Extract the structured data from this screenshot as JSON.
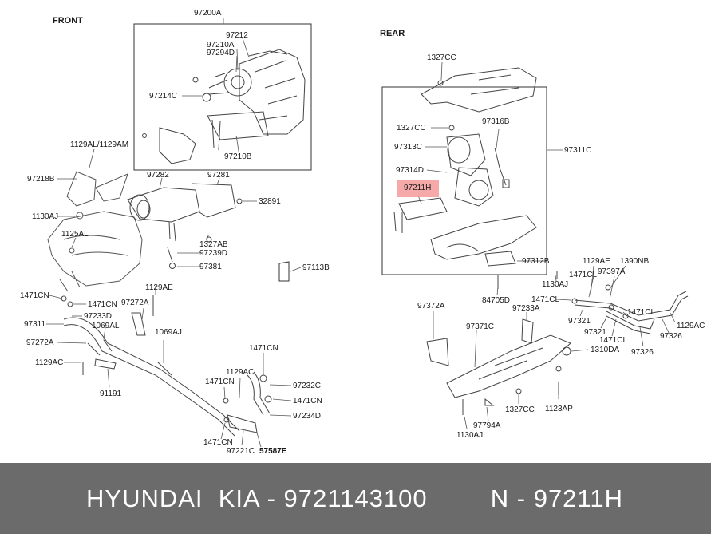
{
  "sections": {
    "front": "FRONT",
    "rear": "REAR"
  },
  "highlight_color": "#f39a9a",
  "labels": {
    "l97200A": "97200A",
    "l97212": "97212",
    "l97210A": "97210A",
    "l97294D": "97294D",
    "l97214C": "97214C",
    "l97210B": "97210B",
    "l1129AL": "1129AL/1129AM",
    "l97218B": "97218B",
    "l1130AJ_f": "1130AJ",
    "l1125AL": "1125AL",
    "l97282": "97282",
    "l97281": "97281",
    "l32891": "32891",
    "l1327AB": "1327AB",
    "l97239D": "97239D",
    "l97381": "97381",
    "l97113B": "97113B",
    "l1471CN_a": "1471CN",
    "l1471CN_b": "1471CN",
    "l97233D": "97233D",
    "l97311": "97311",
    "l97272A_a": "97272A",
    "l1069AL": "1069AL",
    "l97272A_b": "97272A",
    "l1129AE_f": "1129AE",
    "l1069AJ": "1069AJ",
    "l1129AC_f": "1129AC",
    "l91191": "91191",
    "l1471CN_c": "1471CN",
    "l1129AC_m": "1129AC",
    "l1471CN_d": "1471CN",
    "l97232C": "97232C",
    "l1471CN_e": "1471CN",
    "l97234D": "97234D",
    "l1471CN_f": "1471CN",
    "l97221C": "97221C",
    "l57587E": "57587E",
    "l1327CC_a": "1327CC",
    "l1327CC_b": "1327CC",
    "l97316B": "97316B",
    "l97313C": "97313C",
    "l97311C": "97311C",
    "l97314D": "97314D",
    "l97211H": "97211H",
    "l97312B": "97312B",
    "l1130AJ_r": "1130AJ",
    "l84705D": "84705D",
    "l1129AE_r": "1129AE",
    "l1390NB": "1390NB",
    "l1471CL_a": "1471CL",
    "l97397A": "97397A",
    "l1471CL_b": "1471CL",
    "l97372A": "97372A",
    "l97233A": "97233A",
    "l1471CL_c": "1471CL",
    "l97321_a": "97321",
    "l97321_b": "97321",
    "l1471CL_d": "1471CL",
    "l1129AC_r": "1129AC",
    "l97326_a": "97326",
    "l97326_b": "97326",
    "l97371C": "97371C",
    "l1310DA": "1310DA",
    "l1327CC_c": "1327CC",
    "l1123AP": "1123AP",
    "l97794A": "97794A",
    "l1130AJ_b": "1130AJ"
  },
  "footer": {
    "left": "HYUNDAI  KIA - 9721143100",
    "right": "N - 97211H"
  }
}
